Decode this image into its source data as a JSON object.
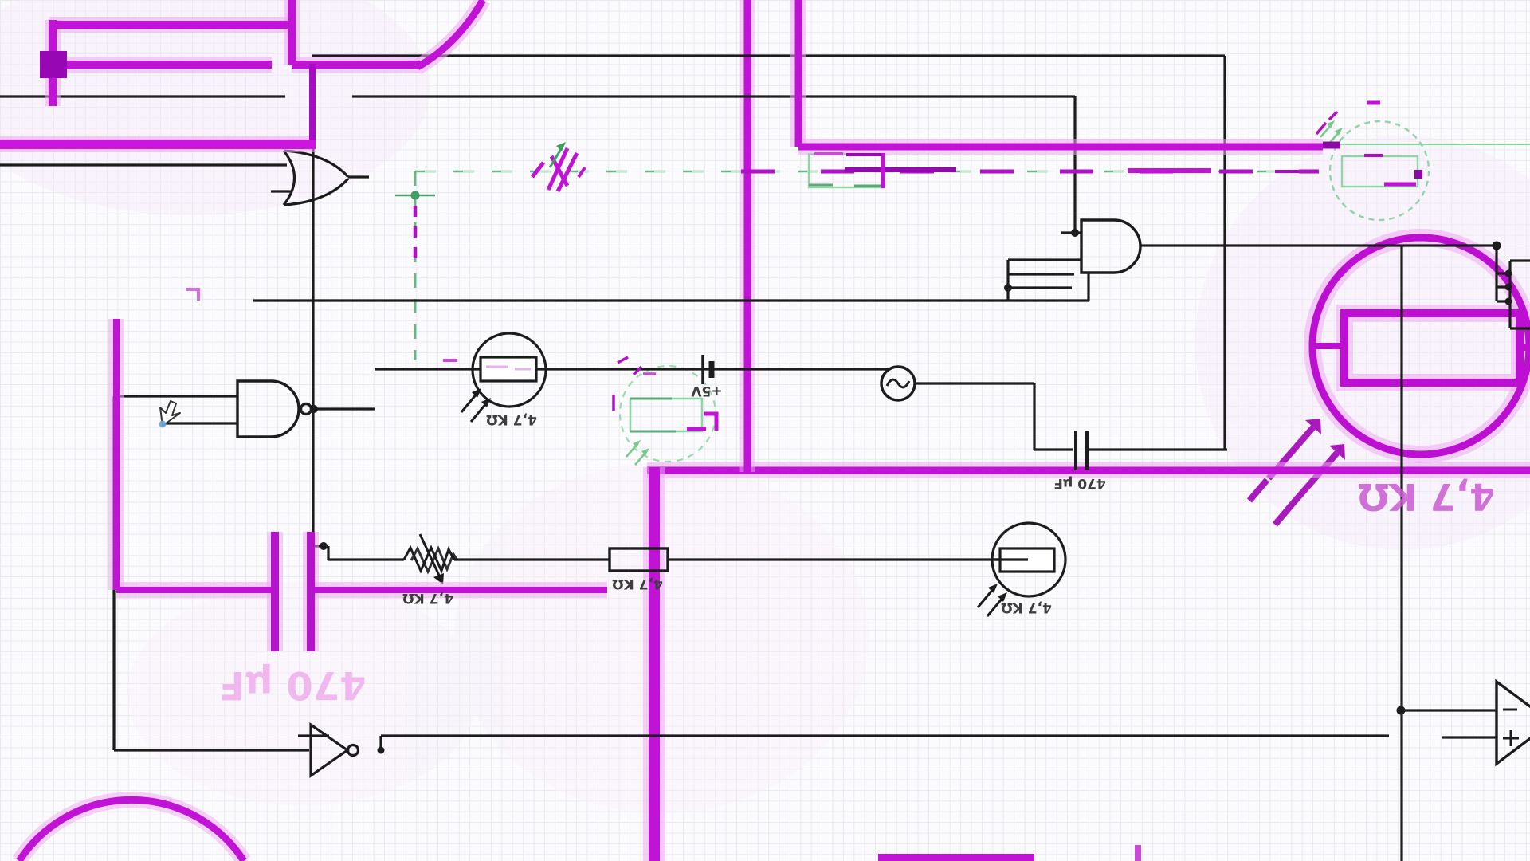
{
  "labels": {
    "photoresistor1": "4,7 KΩ",
    "potentiometer": "4,7 KΩ",
    "resistor2": "4,7 KΩ",
    "photoresistor2": "4,7 KΩ",
    "capacitor2": "470 µF",
    "battery": "+5V",
    "photoresistor_big": "4,7 KΩ",
    "capacitor1": "470 µF"
  },
  "colors": {
    "trace_bright": "#c013d6",
    "trace_dark": "#a00cbe",
    "trace_glow": "#ee99f3",
    "ghost_green": "#8fd6a4",
    "ghost_green_dark": "#5da877",
    "wire_black": "#1c1c1c",
    "grid": "#e9e9f0",
    "background": "#fbfbfd",
    "cursor_dot": "#6aa5d8"
  }
}
